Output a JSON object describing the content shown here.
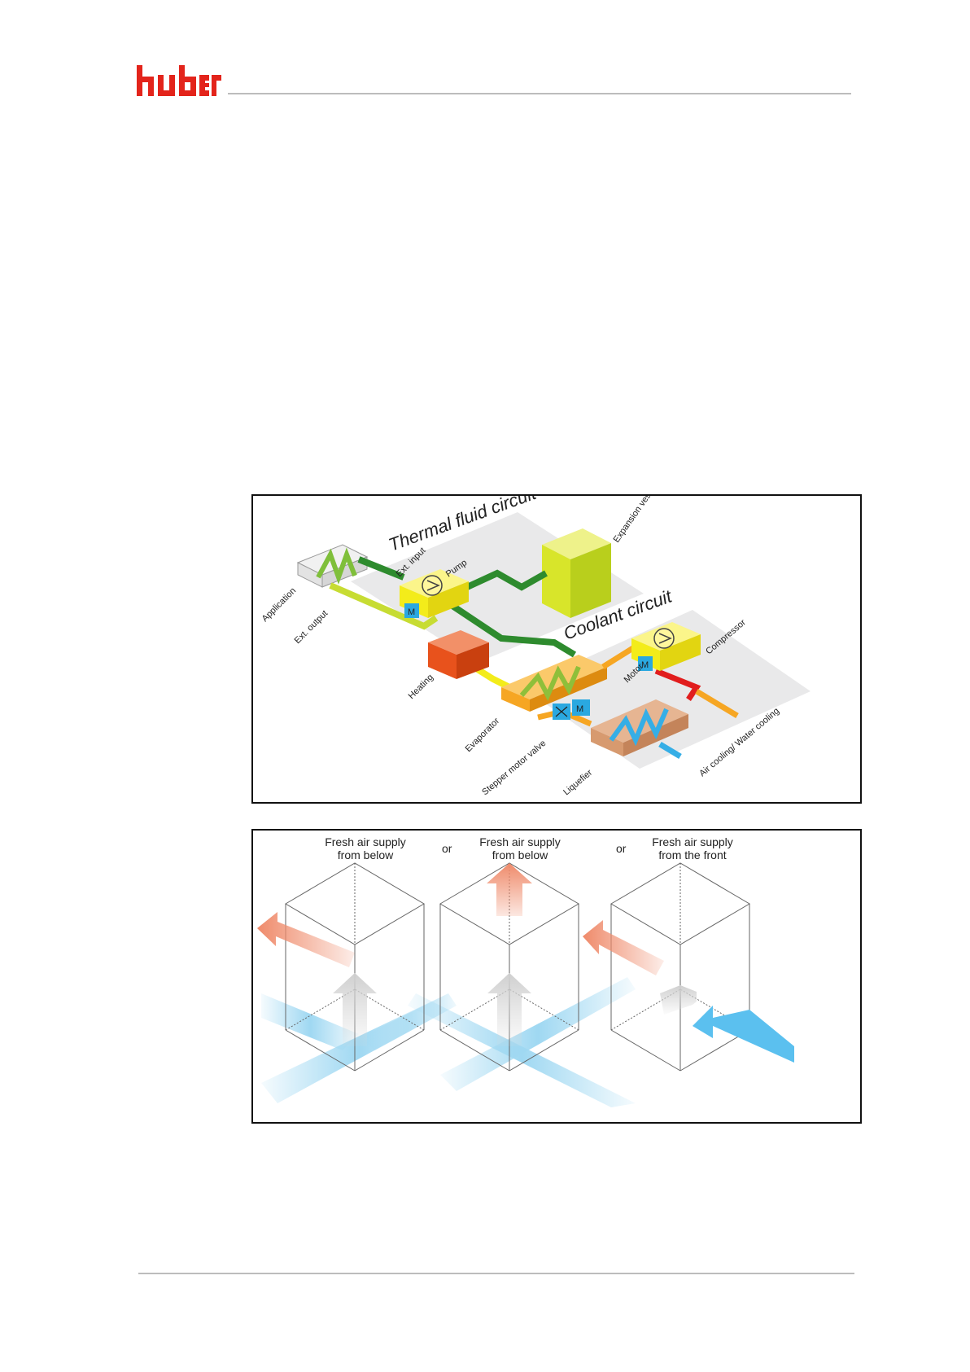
{
  "brand": {
    "name": "huber",
    "color": "#e3241b"
  },
  "colors": {
    "thermal_fluid_dark": "#2e8b2e",
    "thermal_fluid_light": "#c7dc33",
    "heating": "#e8521c",
    "component_yellow": "#f3ec1a",
    "motor_blue": "#2aa8e0",
    "refrigerant_orange": "#f6a623",
    "refrigerant_red": "#e11d1d",
    "coolant_blue": "#35aee6",
    "air_warm": "#ef8a6a",
    "air_cool": "#9fd8f2"
  },
  "diagram_circuit": {
    "title_thermal": "Thermal fluid circuit",
    "title_coolant": "Coolant circuit",
    "labels": {
      "expansion_vessel": "Expansion vessel",
      "ext_input": "Ext. input",
      "pump": "Pump",
      "application": "Application",
      "ext_output": "Ext. output",
      "heating": "Heating",
      "compressor": "Compressor",
      "motor": "Motor",
      "evaporator": "Evaporator",
      "stepper_motor_valve": "Stepper motor valve",
      "liquefier": "Liquefier",
      "air_water_cooling": "Air cooling/ Water cooling",
      "motor_badge": "M"
    }
  },
  "diagram_air": {
    "captions": [
      "Fresh air supply\nfrom below",
      "Fresh air supply\nfrom below",
      "Fresh air supply\nfrom the front"
    ],
    "separator": "or"
  }
}
